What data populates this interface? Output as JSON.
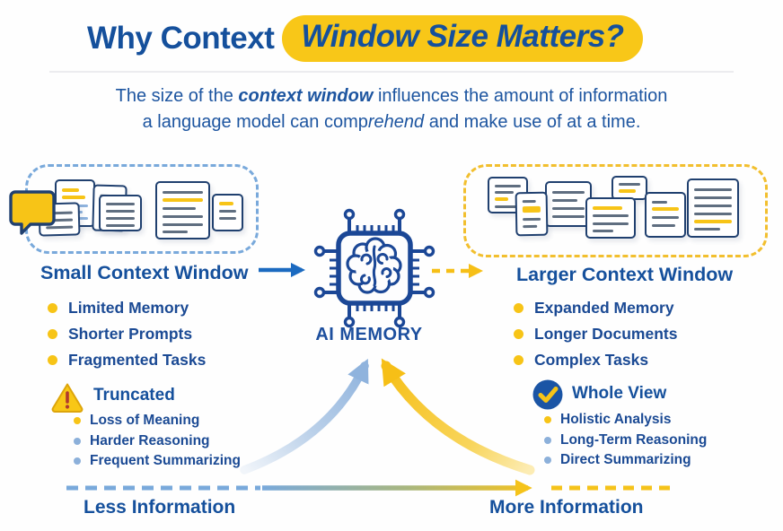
{
  "title": {
    "plain": "Why Context",
    "highlight": "Window Size Matters?"
  },
  "subtitle": {
    "line1_pre": "The size of the ",
    "line1_em": "context window",
    "line1_post": " influences the amount of information",
    "line2_pre": "a language model can comp",
    "line2_em": "rehend",
    "line2_post": " and make use of at a time."
  },
  "left": {
    "heading": "Small Context Window",
    "bullets": [
      "Limited Memory",
      "Shorter Prompts",
      "Fragmented Tasks"
    ],
    "sub": {
      "heading": "Truncated",
      "icon": "warning-triangle",
      "bullets": [
        {
          "text": "Loss of Meaning",
          "dot": "#f7c417"
        },
        {
          "text": "Harder Reasoning",
          "dot": "#8cb0da"
        },
        {
          "text": "Frequent Summarizing",
          "dot": "#8cb0da"
        }
      ]
    }
  },
  "center": {
    "label": "AI MEMORY",
    "icon": "brain-chip"
  },
  "right": {
    "heading": "Larger Context Window",
    "bullets": [
      "Expanded Memory",
      "Longer Documents",
      "Complex Tasks"
    ],
    "sub": {
      "heading": "Whole View",
      "icon": "check-circle",
      "bullets": [
        {
          "text": "Holistic Analysis",
          "dot": "#f7c417"
        },
        {
          "text": "Long-Term Reasoning",
          "dot": "#8cb0da"
        },
        {
          "text": "Direct Summarizing",
          "dot": "#8cb0da"
        }
      ]
    }
  },
  "bottom": {
    "less_label": "Less Information",
    "more_label": "More Information"
  },
  "icons": [
    "speech-bubble-icon",
    "document-icon",
    "brain-chip-icon",
    "warning-triangle-icon",
    "check-circle-icon",
    "arrow-right-icon",
    "curved-arrow-up-icon"
  ],
  "colors": {
    "navy_heading": "#15509c",
    "body_text": "#1b4a94",
    "yellow": "#f7c417",
    "light_blue": "#8cb0da",
    "blue_arrow": "#1b6ac0",
    "blue_dash_border": "#79a9db",
    "yellow_dash_border": "#f2bf2e",
    "doc_border": "#20406f"
  }
}
